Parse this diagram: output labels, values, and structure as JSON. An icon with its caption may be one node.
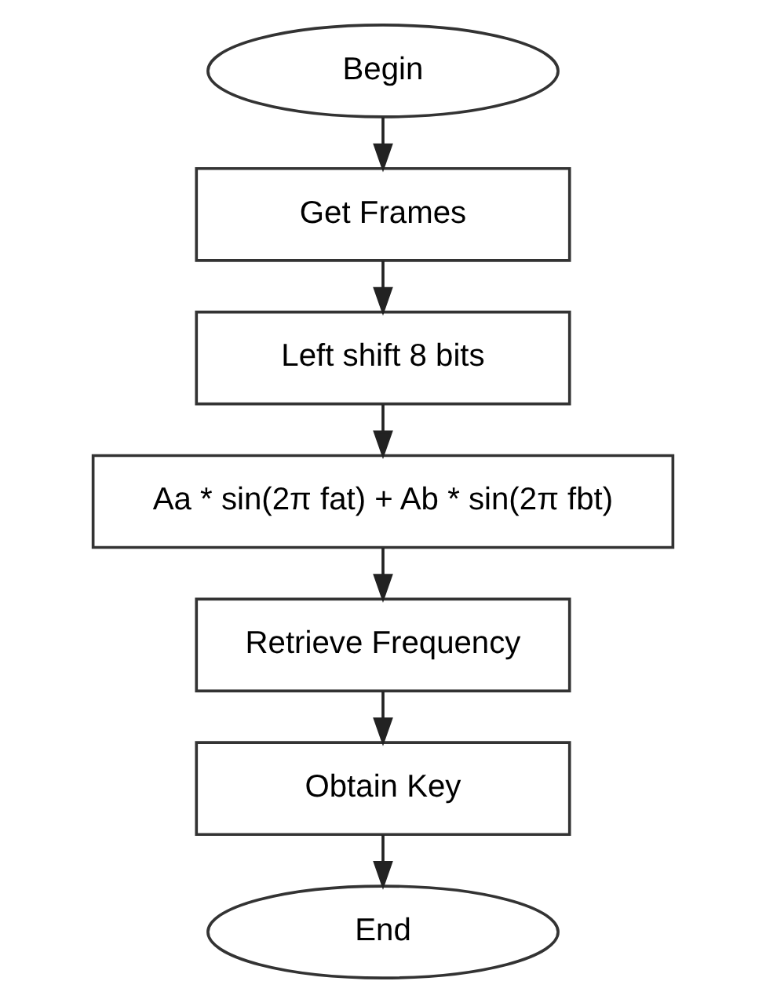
{
  "diagram": {
    "nodes": [
      {
        "text": [
          "Begin"
        ]
      },
      {
        "text": [
          "Get Frames"
        ]
      },
      {
        "text": [
          "Left shift 8 bits"
        ]
      },
      {
        "text": [
          "Aa * sin(2π fat) + Ab * sin(2π fbt)"
        ]
      },
      {
        "text": [
          "Retrieve Frequency"
        ]
      },
      {
        "text": [
          "Obtain Key"
        ]
      },
      {
        "text": [
          "End"
        ]
      }
    ],
    "edges": [
      {
        "from": 0,
        "to": 1,
        "arrow": "to"
      },
      {
        "from": 1,
        "to": 2,
        "arrow": "to"
      },
      {
        "from": 2,
        "to": 3,
        "arrow": "to"
      },
      {
        "from": 3,
        "to": 4,
        "arrow": "to"
      },
      {
        "from": 4,
        "to": 5,
        "arrow": "to"
      },
      {
        "from": 5,
        "to": 6,
        "arrow": "to"
      }
    ]
  }
}
